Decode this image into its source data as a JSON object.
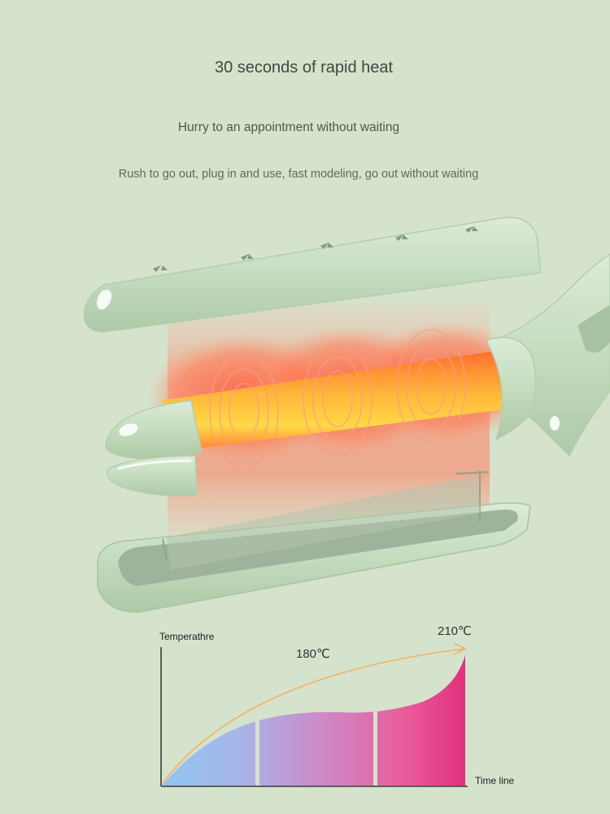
{
  "headline": "30 seconds of rapid heat",
  "subtitle": "Hurry to an appointment without waiting",
  "description": "Rush to go out, plug in and use, fast modeling, go out without waiting",
  "chart_data": {
    "type": "area",
    "ylabel": "Temperathre",
    "xlabel": "Time line",
    "annotations": [
      "180℃",
      "210℃"
    ]
  },
  "colors": {
    "background": "#d5e3cd",
    "shell": "#c6dcc0",
    "heat_core": "#f9a13a",
    "heat_glow": "#ff5a3c",
    "chart_start": "#8fc6f2",
    "chart_end": "#e0307d",
    "arrow": "#f2b56a"
  }
}
